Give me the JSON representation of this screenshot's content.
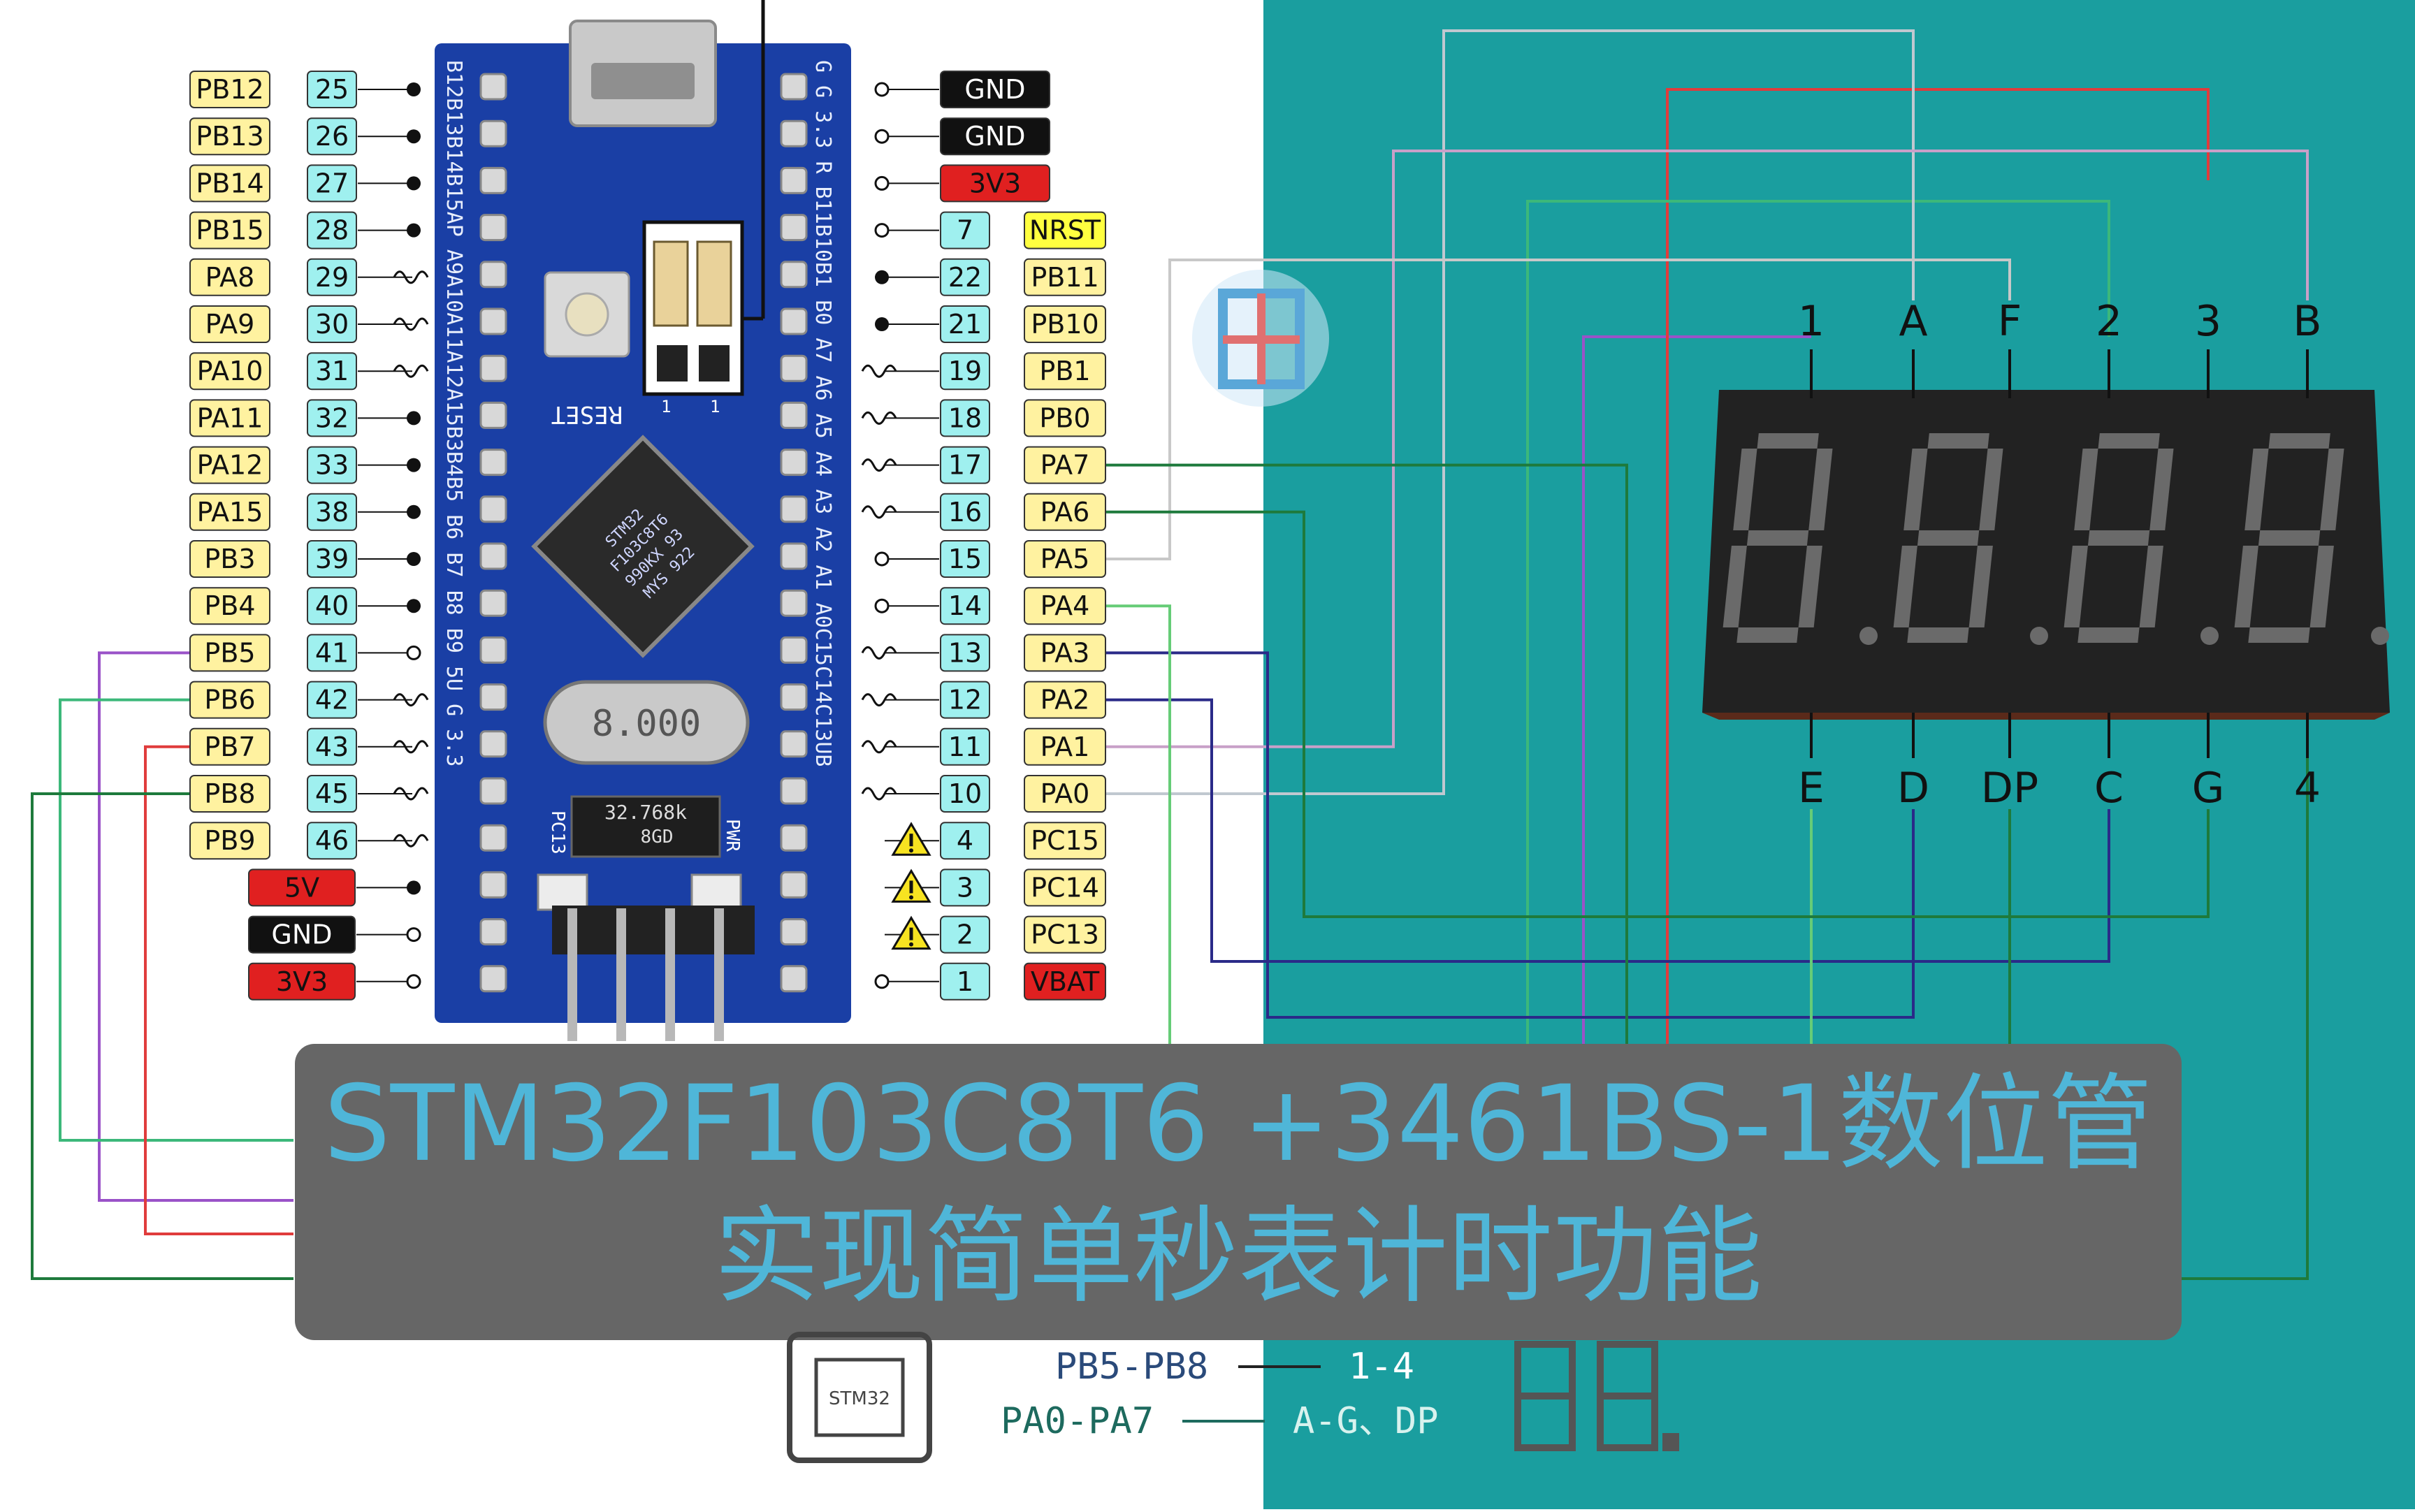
{
  "colors": {
    "teal_bg": "#1a9e9f",
    "board_blue": "#1a3fa5",
    "label_yellow": "#fff2a0",
    "label_cyan": "#9ff0ef",
    "label_black": "#111111",
    "label_red": "#e02020",
    "label_nrst": "#ffff40",
    "wire_gray": "#c8c8c8",
    "wire_red": "#e03c3c",
    "wire_pink": "#c8a0c8",
    "wire_green": "#3cb87a",
    "wire_purple": "#9a52c8",
    "wire_dkgreen": "#1e7a3c",
    "wire_navy": "#2a2a88",
    "wire_lightgreen": "#66cc77",
    "banner_bg": "#666666",
    "banner_text": "#4fb6d8"
  },
  "left_pins": [
    {
      "name": "PB12",
      "num": "25",
      "mark": "dot"
    },
    {
      "name": "PB13",
      "num": "26",
      "mark": "dot"
    },
    {
      "name": "PB14",
      "num": "27",
      "mark": "dot"
    },
    {
      "name": "PB15",
      "num": "28",
      "mark": "dot"
    },
    {
      "name": "PA8",
      "num": "29",
      "mark": "wave"
    },
    {
      "name": "PA9",
      "num": "30",
      "mark": "wave"
    },
    {
      "name": "PA10",
      "num": "31",
      "mark": "wave"
    },
    {
      "name": "PA11",
      "num": "32",
      "mark": "dot"
    },
    {
      "name": "PA12",
      "num": "33",
      "mark": "dot"
    },
    {
      "name": "PA15",
      "num": "38",
      "mark": "dot"
    },
    {
      "name": "PB3",
      "num": "39",
      "mark": "dot"
    },
    {
      "name": "PB4",
      "num": "40",
      "mark": "dot"
    },
    {
      "name": "PB5",
      "num": "41",
      "mark": "ring"
    },
    {
      "name": "PB6",
      "num": "42",
      "mark": "wave"
    },
    {
      "name": "PB7",
      "num": "43",
      "mark": "wave"
    },
    {
      "name": "PB8",
      "num": "45",
      "mark": "wave"
    },
    {
      "name": "PB9",
      "num": "46",
      "mark": "wave"
    }
  ],
  "left_power": [
    {
      "name": "5V",
      "style": "red",
      "mark": "dot"
    },
    {
      "name": "GND",
      "style": "black",
      "mark": "ring"
    },
    {
      "name": "3V3",
      "style": "red",
      "mark": "ring"
    }
  ],
  "right_power_top": [
    {
      "name": "GND",
      "style": "black"
    },
    {
      "name": "GND",
      "style": "black"
    },
    {
      "name": "3V3",
      "style": "red"
    }
  ],
  "right_pins": [
    {
      "name": "NRST",
      "num": "7",
      "mark": "ring",
      "style": "nrst"
    },
    {
      "name": "PB11",
      "num": "22",
      "mark": "dot"
    },
    {
      "name": "PB10",
      "num": "21",
      "mark": "dot"
    },
    {
      "name": "PB1",
      "num": "19",
      "mark": "wave"
    },
    {
      "name": "PB0",
      "num": "18",
      "mark": "wave"
    },
    {
      "name": "PA7",
      "num": "17",
      "mark": "wave"
    },
    {
      "name": "PA6",
      "num": "16",
      "mark": "wave"
    },
    {
      "name": "PA5",
      "num": "15",
      "mark": "ring"
    },
    {
      "name": "PA4",
      "num": "14",
      "mark": "ring"
    },
    {
      "name": "PA3",
      "num": "13",
      "mark": "wave"
    },
    {
      "name": "PA2",
      "num": "12",
      "mark": "wave"
    },
    {
      "name": "PA1",
      "num": "11",
      "mark": "wave"
    },
    {
      "name": "PA0",
      "num": "10",
      "mark": "wave"
    },
    {
      "name": "PC15",
      "num": "4",
      "mark": "warn"
    },
    {
      "name": "PC14",
      "num": "3",
      "mark": "warn"
    },
    {
      "name": "PC13",
      "num": "2",
      "mark": "warn"
    },
    {
      "name": "VBAT",
      "num": "1",
      "mark": "ring",
      "style": "red"
    }
  ],
  "board": {
    "left_silk": "B12B13B14B15AP A9A10A11A12A15B3B4B5 B6 B7 B8 B9 5U G 3.3",
    "right_silk": "G G 3.3 R B11B10B1 B0 A7 A6 A5 A4 A3 A2 A1 A0C15C14C13UB",
    "reset_label": "RESET",
    "crystal_label": "8.000",
    "rtc_crystal_label": "32.768k",
    "rtc_crystal_sub": "8GD",
    "pc13_label": "PC13",
    "pwr_label": "PWR",
    "chip_lines": [
      "STM32",
      "F103C8T6",
      "990KX 93",
      "MYS 922"
    ],
    "jumper_marks": [
      "1",
      "1"
    ]
  },
  "display": {
    "top_labels": [
      "1",
      "A",
      "F",
      "2",
      "3",
      "B"
    ],
    "bottom_labels": [
      "E",
      "D",
      "DP",
      "C",
      "G",
      "4"
    ]
  },
  "banner": {
    "line1": "STM32F103C8T6 +3461BS-1数位管",
    "line2": "实现简单秒表计时功能"
  },
  "legend": {
    "chip_label": "STM32",
    "rows": [
      {
        "pins": "PB5-PB8",
        "target": "1-4"
      },
      {
        "pins": "PA0-PA7",
        "target": "A-G、DP"
      }
    ]
  }
}
